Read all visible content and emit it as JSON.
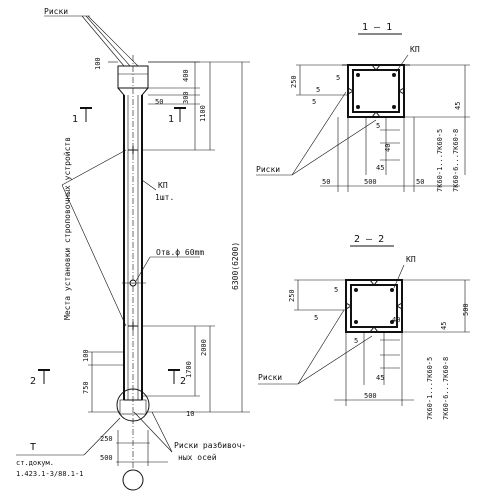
{
  "column": {
    "top_label": "Риски",
    "kp_label": "КП",
    "kp_qty": "1шт.",
    "hole_label": "Отв.ф 60mm",
    "install_places": "Места установки строповочных устройств",
    "axis_marks_1": "Риски разбивоч-",
    "axis_marks_2": "ных осей",
    "node_label": "Т",
    "doc_line1": "ст.докум.",
    "doc_line2": "1.423.1-3/88.1-1",
    "total_height": "6300(6200)",
    "section_mark_1": "1",
    "section_mark_2": "2",
    "dims": {
      "d100": "100",
      "d400": "400",
      "d50": "50",
      "d300": "300",
      "d1100": "1100",
      "d2000": "2000",
      "d1700": "1700",
      "d100b": "100",
      "d750": "750",
      "d10": "10",
      "d250": "250",
      "d500": "500"
    }
  },
  "section1": {
    "title": "1 – 1",
    "kp": "КП",
    "riski": "Риски",
    "d250": "250",
    "d5a": "5",
    "d5b": "5",
    "d5c": "5",
    "d5d": "5",
    "d40": "40",
    "d45a": "45",
    "d45b": "45",
    "d50a": "50",
    "d50b": "50",
    "d500": "500",
    "series_a": "7К60-1...7К60-5",
    "series_b": "7К60-6...7К60-8"
  },
  "section2": {
    "title": "2 – 2",
    "kp": "КП",
    "riski": "Риски",
    "d250": "250",
    "d5a": "5",
    "d5b": "5",
    "d5c": "5",
    "d40": "40",
    "d45a": "45",
    "d45b": "45",
    "d500h": "500",
    "d500": "500",
    "series_a": "7К60-1...7К60-5",
    "series_b": "7К60-6...7К60-8"
  }
}
